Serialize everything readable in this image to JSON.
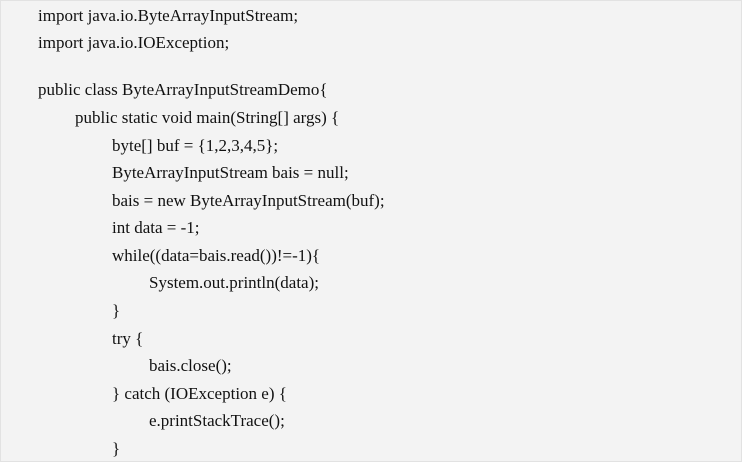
{
  "code": {
    "lines": [
      "import java.io.ByteArrayInputStream;",
      "import java.io.IOException;",
      "",
      "public class ByteArrayInputStreamDemo{",
      "public static void main(String[] args) {",
      "byte[] buf = {1,2,3,4,5};",
      "ByteArrayInputStream bais = null;",
      "bais = new ByteArrayInputStream(buf);",
      "int data = -1;",
      "while((data=bais.read())!=-1){",
      "System.out.println(data);",
      "}",
      "try {",
      "bais.close();",
      "} catch (IOException e) {",
      "e.printStackTrace();",
      "}"
    ]
  }
}
